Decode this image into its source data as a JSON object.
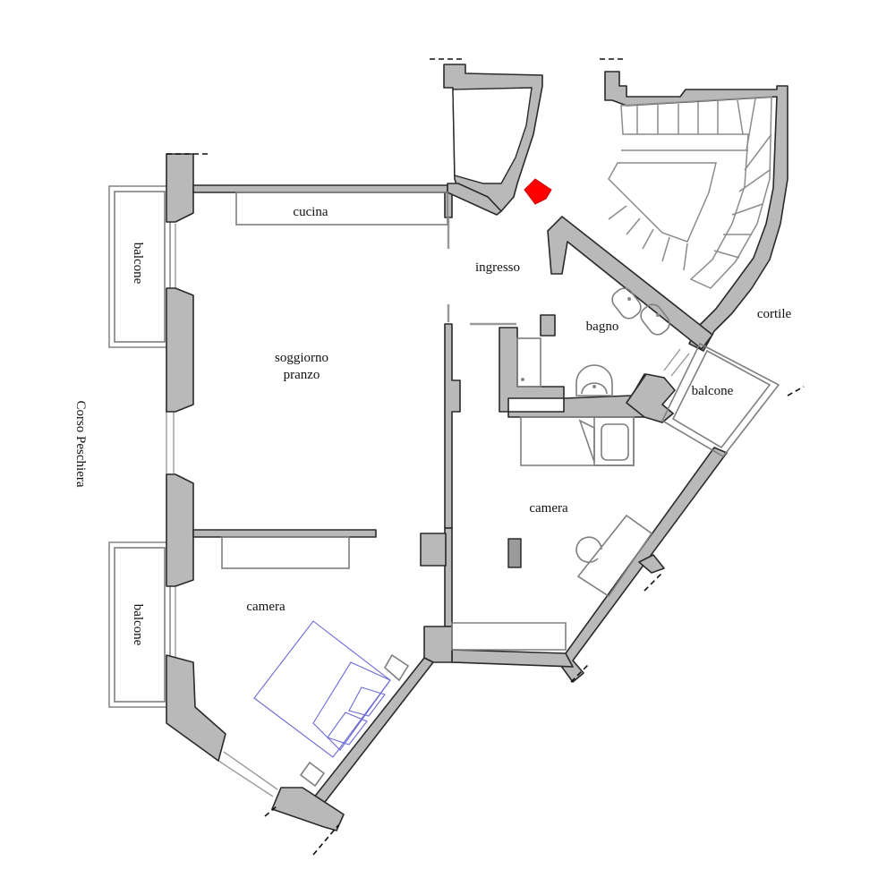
{
  "rooms": {
    "cucina": "cucina",
    "ingresso": "ingresso",
    "bagno": "bagno",
    "cortile": "cortile",
    "balcone_est": "balcone",
    "balcone_nord": "balcone",
    "balcone_sud": "balcone",
    "soggiorno_line1": "soggiorno",
    "soggiorno_line2": "pranzo",
    "camera_est": "camera",
    "camera_ovest": "camera"
  },
  "street": "Corso Peschiera",
  "colors": {
    "wall_fill": "#b9b9b9",
    "wall_stroke": "#2a2a2a",
    "entrance_marker": "#ff0000",
    "bed_outline": "#6a6ad6"
  },
  "icons": [
    "entrance-arrow-icon",
    "toilet-icon",
    "bidet-icon",
    "shower-icon",
    "sink-icon",
    "bathtub-icon",
    "double-bed-icon",
    "desk-chair-icon"
  ]
}
